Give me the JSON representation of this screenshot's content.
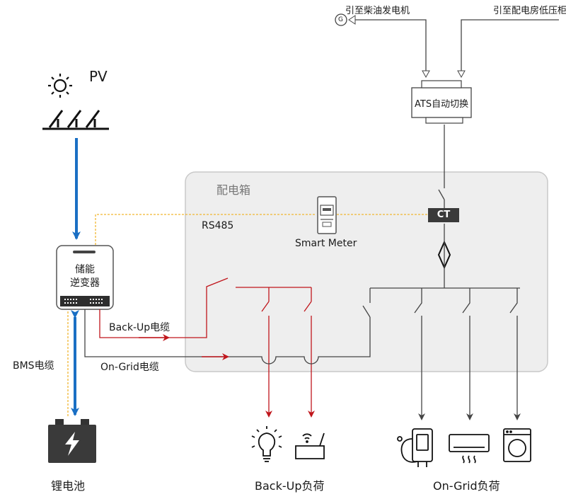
{
  "pv_label": "PV",
  "generator_label": "引至柴油发电机",
  "generator_symbol": "G",
  "low_voltage_label": "引至配电房低压柜",
  "ats_label": "ATS自动切换",
  "box_label": "配电箱",
  "rs485_label": "RS485",
  "meter_label": "Smart Meter",
  "ct_label": "CT",
  "inverter_label_line1": "储能",
  "inverter_label_line2": "逆变器",
  "backup_cable_label": "Back-Up电缆",
  "ongrid_cable_label": "On-Grid电缆",
  "bms_label": "BMS电缆",
  "battery_label": "锂电池",
  "backup_load_label": "Back-Up负荷",
  "ongrid_load_label": "On-Grid负荷",
  "colors": {
    "dc_line": "#1a6fc4",
    "backup_line": "#c0161c",
    "signal_line": "#f2b632",
    "box_fill": "#eeeeee",
    "box_stroke": "#c9c9c9",
    "wire": "#444444"
  }
}
